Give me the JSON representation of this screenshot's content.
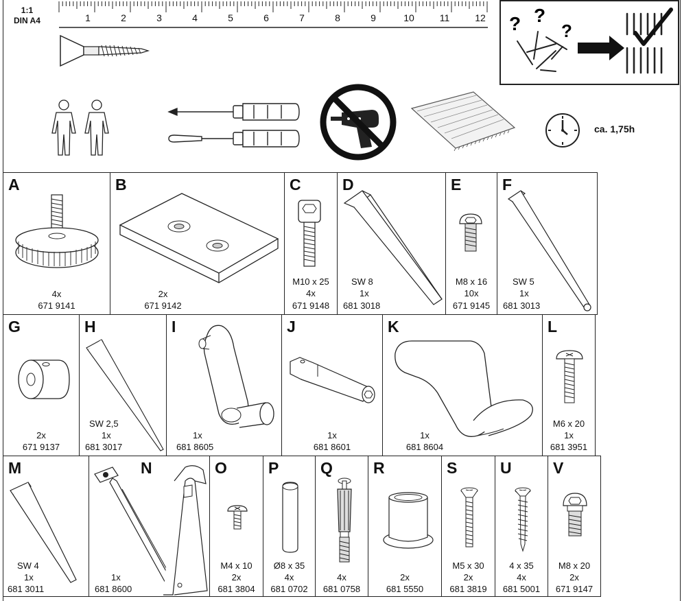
{
  "header": {
    "scale_line1": "1:1",
    "scale_line2": "DIN A4",
    "ruler_numbers": [
      "1",
      "2",
      "3",
      "4",
      "5",
      "6",
      "7",
      "8",
      "9",
      "10",
      "11",
      "12"
    ],
    "time": "ca. 1,75h"
  },
  "parts": {
    "A": {
      "letter": "A",
      "qty": "4x",
      "code": "671 9141"
    },
    "B": {
      "letter": "B",
      "qty": "2x",
      "code": "671 9142"
    },
    "C": {
      "letter": "C",
      "size": "M10 x 25",
      "qty": "4x",
      "code": "671 9148"
    },
    "D": {
      "letter": "D",
      "size": "SW 8",
      "qty": "1x",
      "code": "681 3018"
    },
    "E": {
      "letter": "E",
      "size": "M8 x 16",
      "qty": "10x",
      "code": "671 9145"
    },
    "F": {
      "letter": "F",
      "size": "SW 5",
      "qty": "1x",
      "code": "681 3013"
    },
    "G": {
      "letter": "G",
      "qty": "2x",
      "code": "671 9137"
    },
    "H": {
      "letter": "H",
      "size": "SW 2,5",
      "qty": "1x",
      "code": "681 3017"
    },
    "I": {
      "letter": "I",
      "qty": "1x",
      "code": "681 8605"
    },
    "J": {
      "letter": "J",
      "qty": "1x",
      "code": "681 8601"
    },
    "K": {
      "letter": "K",
      "qty": "1x",
      "code": "681 8604"
    },
    "L": {
      "letter": "L",
      "size": "M6 x 20",
      "qty": "1x",
      "code": "681 3951"
    },
    "M": {
      "letter": "M",
      "size": "SW 4",
      "qty": "1x",
      "code": "681 3011"
    },
    "N": {
      "letter": "N",
      "qty": "1x",
      "code": "681 8600"
    },
    "O": {
      "letter": "O",
      "size": "M4 x 10",
      "qty": "2x",
      "code": "681 3804"
    },
    "P": {
      "letter": "P",
      "size": "Ø8 x 35",
      "qty": "4x",
      "code": "681 0702"
    },
    "Q": {
      "letter": "Q",
      "qty": "4x",
      "code": "681 0758"
    },
    "R": {
      "letter": "R",
      "qty": "2x",
      "code": "681 5550"
    },
    "S": {
      "letter": "S",
      "size": "M5 x 30",
      "qty": "2x",
      "code": "681 3819"
    },
    "U": {
      "letter": "U",
      "size": "4 x 35",
      "qty": "4x",
      "code": "681 5001"
    },
    "V": {
      "letter": "V",
      "size": "M8 x 20",
      "qty": "2x",
      "code": "671 9147"
    }
  }
}
